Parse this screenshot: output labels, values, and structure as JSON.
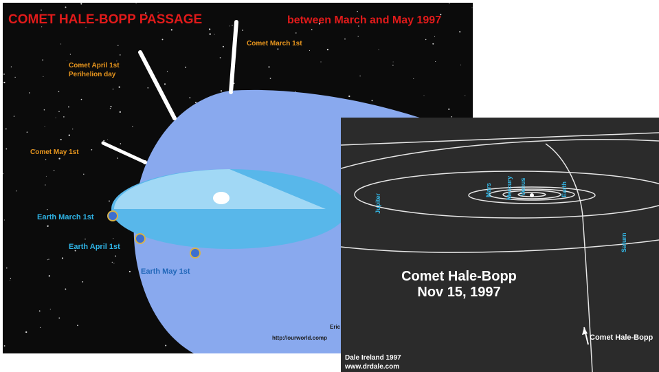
{
  "left_diagram": {
    "title": "COMET HALE-BOPP PASSAGE",
    "date_range": "between March and May 1997",
    "labels": {
      "comet_march": "Comet March 1st",
      "comet_april_line1": "Comet April 1st",
      "comet_april_line2": "Perihelion day",
      "comet_may": "Comet May 1st",
      "earth_march": "Earth March 1st",
      "earth_april": "Earth April 1st",
      "earth_may": "Earth May 1st"
    },
    "credit_line1": "Eric Frap",
    "credit_line2": "http://ourworld.comp",
    "colors": {
      "title": "#e01a1a",
      "comet_label": "#e8961e",
      "earth_label": "#2fb4e6",
      "orbit_plane": "#89a9ee"
    }
  },
  "right_diagram": {
    "title_line1": "Comet Hale-Bopp",
    "title_line2": "Nov 15, 1997",
    "planets": [
      "Jupiter",
      "Mars",
      "Mercury",
      "Venus",
      "Earth",
      "Saturn"
    ],
    "comet_label": "Comet Hale-Bopp",
    "credit_line1": "Dale Ireland 1997",
    "credit_line2": "www.drdale.com",
    "colors": {
      "planet_label": "#33b9e8",
      "background": "#2b2b2b"
    }
  }
}
